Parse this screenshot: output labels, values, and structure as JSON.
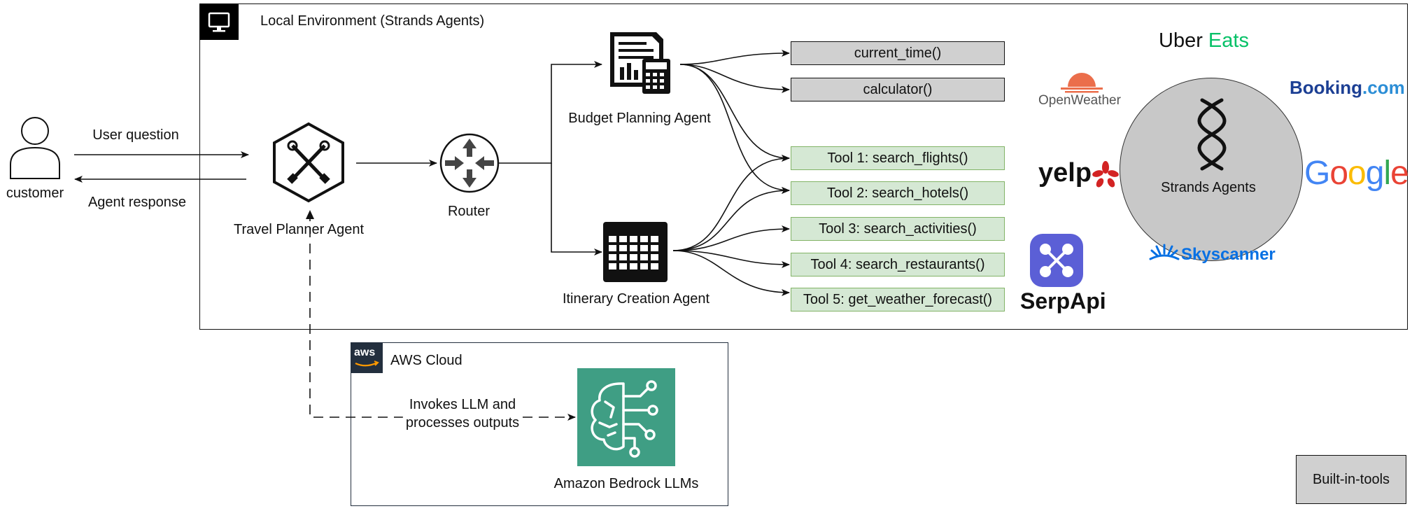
{
  "frames": {
    "local": "Local Environment (Strands Agents)",
    "aws": "AWS Cloud",
    "aws_badge": "aws"
  },
  "actors": {
    "customer": "customer",
    "user_question": "User question",
    "agent_response": "Agent response"
  },
  "agents": {
    "travel_planner": "Travel Planner Agent",
    "router": "Router",
    "budget": "Budget Planning Agent",
    "itinerary": "Itinerary Creation Agent"
  },
  "tools": {
    "builtin": [
      "current_time()",
      "calculator()"
    ],
    "custom": [
      "Tool 1: search_flights()",
      "Tool 2: search_hotels()",
      "Tool 3: search_activities()",
      "Tool 4: search_restaurants()",
      "Tool 5: get_weather_forecast()"
    ]
  },
  "cloud": {
    "invokes": "Invokes LLM and processes outputs",
    "invokes_line1": "Invokes LLM and",
    "invokes_line2": "processes outputs",
    "bedrock": "Amazon Bedrock LLMs"
  },
  "strands": {
    "label": "Strands Agents"
  },
  "logos": {
    "uber": "Uber",
    "eats": "Eats",
    "booking": "Booking",
    "booking_suffix": ".com",
    "openweather": "OpenWeather",
    "yelp": "yelp",
    "google": [
      "G",
      "o",
      "o",
      "g",
      "l",
      "e"
    ],
    "skyscanner": "Skyscanner",
    "serpapi": "SerpApi"
  },
  "legend": {
    "builtin": "Built-in-tools"
  },
  "colors": {
    "builtin_fill": "#d0d0d0",
    "custom_fill": "#d5e8d4",
    "custom_border": "#82b366",
    "bedrock_green": "#3f9e84",
    "uber_eats_green": "#06c167",
    "booking_blue": "#1c3f94",
    "booking_light": "#2c8ed6",
    "openweather_orange": "#eb6e4b",
    "yelp_red": "#d32323",
    "skyscanner_blue": "#0770e3",
    "serpapi_purple": "#5b5fd6",
    "google": [
      "#4285f4",
      "#ea4335",
      "#fbbc05",
      "#4285f4",
      "#34a853",
      "#ea4335"
    ]
  }
}
